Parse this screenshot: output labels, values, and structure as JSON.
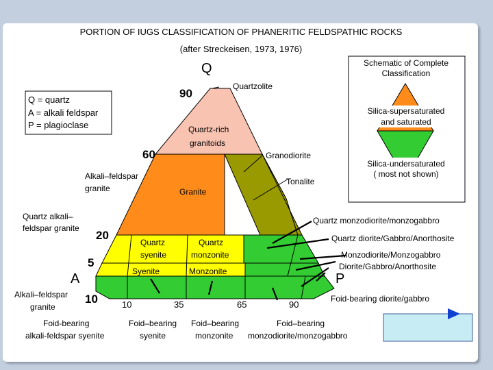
{
  "title_line1": "PORTION OF IUGS CLASSIFICATION OF PHANERITIC FELDSPATHIC ROCKS",
  "title_line2": "(after Streckeisen, 1973, 1976)",
  "apex_labels": {
    "q": "Q",
    "a": "A",
    "p": "P"
  },
  "legend": {
    "line1": "Q = quartz",
    "line2": "A = alkali feldspar",
    "line3": "P = plagioclase"
  },
  "q_values": {
    "v90": "90",
    "v60": "60",
    "v20": "20",
    "v5": "5",
    "v10": "10"
  },
  "ap_values": {
    "v10": "10",
    "v35": "35",
    "v65": "65",
    "v90": "90"
  },
  "fields": {
    "quartzolite": "Quartzolite",
    "quartz_rich_1": "Quartz-rich",
    "quartz_rich_2": "granitoids",
    "granodiorite": "Granodiorite",
    "tonalite": "Tonalite",
    "granite": "Granite",
    "afs_granite_1": "Alkali–feldspar",
    "afs_granite_2": "granite",
    "q_afs_granite_1": "Quartz alkali–",
    "q_afs_granite_2": "feldspar granite",
    "q_syenite_1": "Quartz",
    "q_syenite_2": "syenite",
    "q_monzonite_1": "Quartz",
    "q_monzonite_2": "monzonite",
    "syenite": "Syenite",
    "monzonite": "Monzonite",
    "q_monzodiorite": "Quartz monzodiorite/monzogabbro",
    "q_diorite": "Quartz diorite/Gabbro/Anorthosite",
    "monzodiorite_1": "Monzodiorite/Monzogabbro",
    "monzodiorite_2": "Diorite/Gabbro/Anorthosite",
    "fb_diorite": "Foid-bearing diorite/gabbro",
    "afs_granite_low_1": "Alkali–feldspar",
    "afs_granite_low_2": "granite",
    "fb_afs_syenite_1": "Foid-bearing",
    "fb_afs_syenite_2": "alkali-feldspar syenite",
    "fb_syenite_1": "Foid–bearing",
    "fb_syenite_2": "syenite",
    "fb_monzonite_1": "Foid–bearing",
    "fb_monzonite_2": "monzonite",
    "fb_monzodiorite_1": "Foid–bearing",
    "fb_monzodiorite_2": "monzodiorite/monzogabbro"
  },
  "schematic": {
    "title_1": "Schematic of Complete",
    "title_2": "Classification",
    "sat_1": "Silica-supersaturated",
    "sat_2": "and saturated",
    "under_1": "Silica-undersaturated",
    "under_2": "( most not shown)"
  },
  "colors": {
    "quartz_rich": "#f9c3b2",
    "granite": "#ff8c1a",
    "granodiorite": "#999900",
    "syenite_band": "#ffff00",
    "monzodiorite_band": "#33cc33",
    "foid_band": "#33cc33",
    "nav_box": "#c8ecf4",
    "nav_arrow": "#1040d0"
  }
}
